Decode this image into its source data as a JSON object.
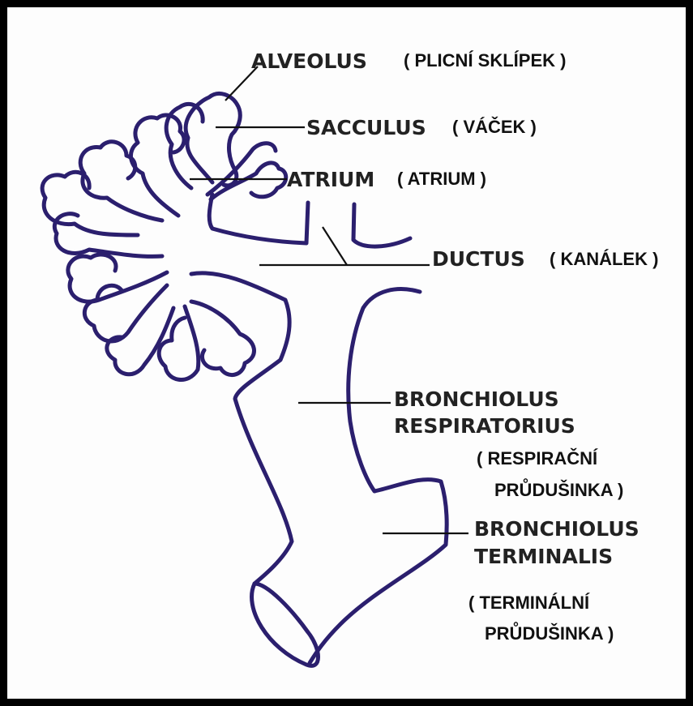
{
  "labels": {
    "alveolus": {
      "term": "ALVEOLUS",
      "translation": "( PLICNÍ SKLÍPEK )"
    },
    "sacculus": {
      "term": "SACCULUS",
      "translation": "( VÁČEK )"
    },
    "atrium": {
      "term": "ATRIUM",
      "translation": "( ATRIUM )"
    },
    "ductus": {
      "term": "DUCTUS",
      "translation": "( KANÁLEK )"
    },
    "bronchiolus_respiratorius": {
      "term_line1": "BRONCHIOLUS",
      "term_line2": "RESPIRATORIUS",
      "translation_line1": "( RESPIRAČNÍ",
      "translation_line2": "PRŮDUŠINKA )"
    },
    "bronchiolus_terminalis": {
      "term_line1": "BRONCHIOLUS",
      "term_line2": "TERMINALIS",
      "translation_line1": "( TERMINÁLNÍ",
      "translation_line2": "PRŮDUŠINKA )"
    }
  },
  "colors": {
    "outline": "#2b1f6e",
    "leader": "#111111",
    "frame": "#000000"
  }
}
